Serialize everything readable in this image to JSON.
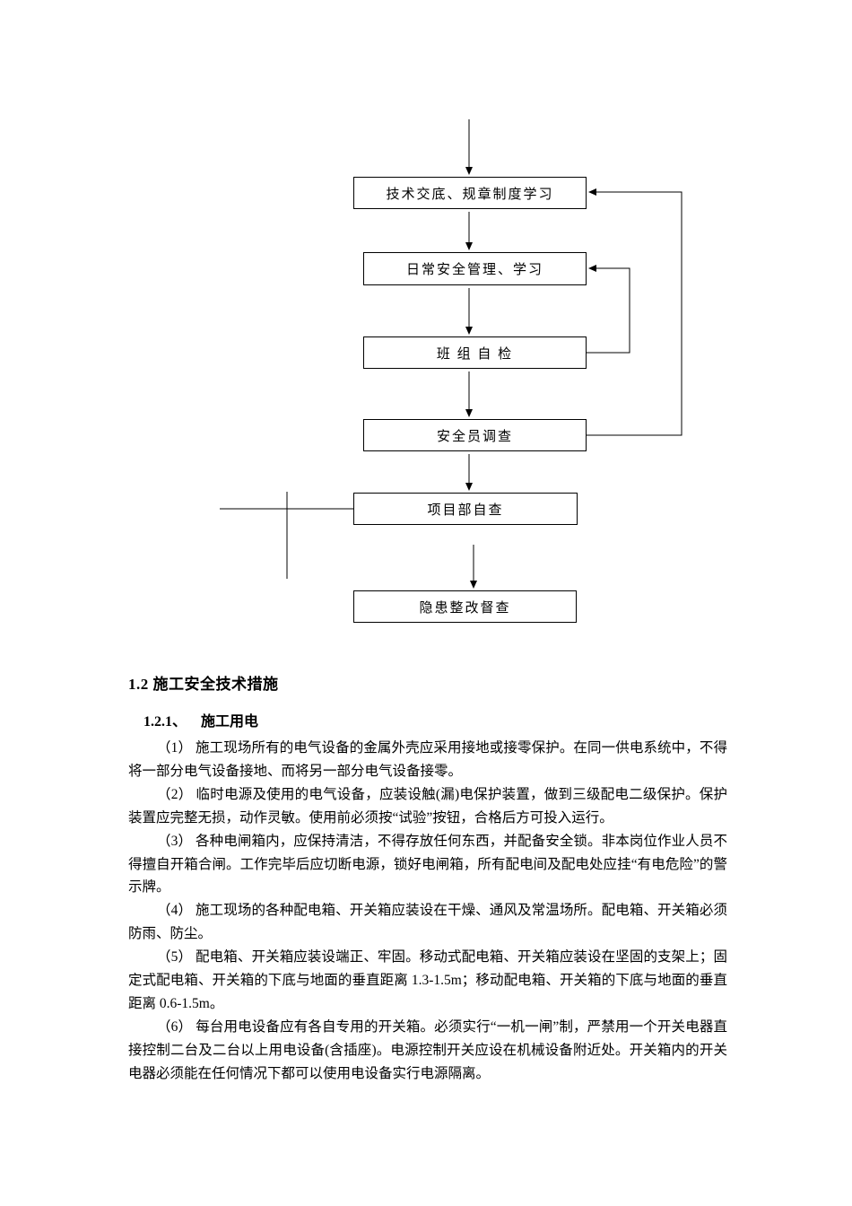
{
  "flowchart": {
    "boxes": [
      {
        "id": "tech-disclosure",
        "label": "技术交底、规章制度学习"
      },
      {
        "id": "daily-safety",
        "label": "日常安全管理、学习"
      },
      {
        "id": "team-self-check",
        "label": "班 组 自 检"
      },
      {
        "id": "safety-officer",
        "label": "安全员调查"
      },
      {
        "id": "project-dept",
        "label": "项目部自查"
      },
      {
        "id": "hazard-rectify",
        "label": "隐患整改督查"
      }
    ],
    "line_color": "#000000"
  },
  "document": {
    "section_heading": "1.2 施工安全技术措施",
    "subsection_number": "1.2.1、",
    "subsection_title": "施工用电",
    "paragraphs": [
      "（1） 施工现场所有的电气设备的金属外壳应采用接地或接零保护。在同一供电系统中，不得将一部分电气设备接地、而将另一部分电气设备接零。",
      "（2） 临时电源及使用的电气设备，应装设触(漏)电保护装置，做到三级配电二级保护。保护装置应完整无损，动作灵敏。使用前必须按“试验”按钮，合格后方可投入运行。",
      "（3） 各种电闸箱内，应保持清洁，不得存放任何东西，并配备安全锁。非本岗位作业人员不得擅自开箱合闸。工作完毕后应切断电源，锁好电闸箱，所有配电间及配电处应挂“有电危险”的警示牌。",
      "（4） 施工现场的各种配电箱、开关箱应装设在干燥、通风及常温场所。配电箱、开关箱必须防雨、防尘。",
      "（5） 配电箱、开关箱应装设端正、牢固。移动式配电箱、开关箱应装设在坚固的支架上；固定式配电箱、开关箱的下底与地面的垂直距离 1.3-1.5m；移动配电箱、开关箱的下底与地面的垂直距离 0.6-1.5m。",
      "（6） 每台用电设备应有各自专用的开关箱。必须实行“一机一闸”制，严禁用一个开关电器直接控制二台及二台以上用电设备(含插座)。电源控制开关应设在机械设备附近处。开关箱内的开关电器必须能在任何情况下都可以使用电设备实行电源隔离。"
    ]
  }
}
